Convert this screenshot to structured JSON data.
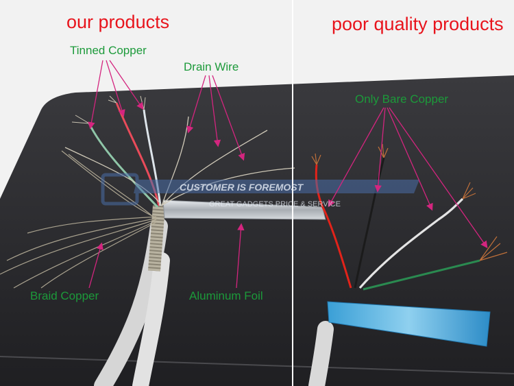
{
  "headings": {
    "left": "our products",
    "right": "poor quality products"
  },
  "labels": {
    "tinned_copper": "Tinned Copper",
    "drain_wire": "Drain Wire",
    "only_bare_copper": "Only Bare Copper",
    "braid_copper": "Braid Copper",
    "aluminum_foil": "Aluminum Foil"
  },
  "watermark": {
    "line1": "CUSTOMER IS FOREMOST",
    "line2": "GREAT GADGETS PRICE & SERVICE"
  },
  "colors": {
    "heading": "#e8141c",
    "label": "#1c9a3a",
    "arrow": "#d4257f",
    "pad": "#2a2a2d",
    "background": "#f2f2f2"
  }
}
